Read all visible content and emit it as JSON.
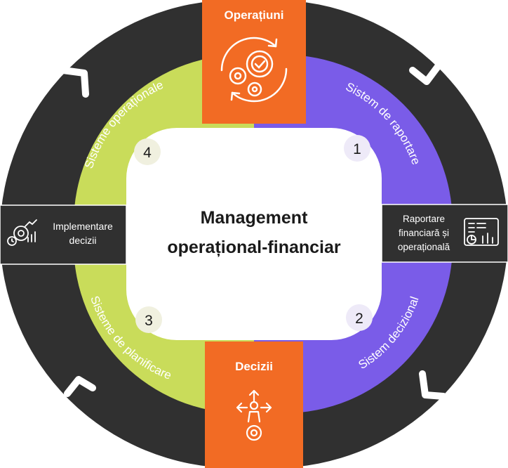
{
  "center": {
    "title_line1": "Management",
    "title_line2": "operațional-financiar"
  },
  "top_box": {
    "label": "Operațiuni",
    "icon": "gears-cycle-icon"
  },
  "bottom_box": {
    "label": "Decizii",
    "icon": "person-gear-arrows-icon"
  },
  "left_box": {
    "label_line1": "Implementare",
    "label_line2": "decizii",
    "icon": "gear-timer-chart-icon"
  },
  "right_box": {
    "label_line1": "Raportare",
    "label_line2": "financiară și",
    "label_line3": "operațională",
    "icon": "report-chart-icon"
  },
  "segments": [
    {
      "number": "1",
      "label": "Sistem de raportare"
    },
    {
      "number": "2",
      "label": "Sistem decizional"
    },
    {
      "number": "3",
      "label": "Sisteme de planificare"
    },
    {
      "number": "4",
      "label": "Sisteme operaționale"
    }
  ],
  "colors": {
    "ring": "#303030",
    "purple": "#7a5ce8",
    "green": "#c9dc5a",
    "orange": "#f26b24",
    "number_circle": "#f0f0df",
    "white": "#ffffff",
    "text_dark": "#1a1a1a"
  }
}
